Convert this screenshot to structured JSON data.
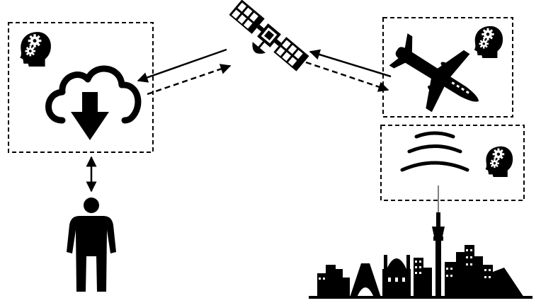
{
  "diagram": {
    "nodes": [
      {
        "id": "cloud",
        "icon": "cloud-download-icon",
        "has_ai_badge": true
      },
      {
        "id": "satellite",
        "icon": "satellite-icon",
        "has_ai_badge": false
      },
      {
        "id": "aircraft",
        "icon": "airplane-icon",
        "has_ai_badge": true
      },
      {
        "id": "sensor",
        "icon": "wireless-signal-icon",
        "has_ai_badge": true
      },
      {
        "id": "user",
        "icon": "person-icon",
        "has_ai_badge": false
      },
      {
        "id": "city",
        "icon": "city-skyline-icon",
        "has_ai_badge": false
      }
    ],
    "links": [
      {
        "from": "satellite",
        "to": "cloud",
        "style": "solid"
      },
      {
        "from": "cloud",
        "to": "satellite",
        "style": "dashed"
      },
      {
        "from": "aircraft",
        "to": "satellite",
        "style": "solid"
      },
      {
        "from": "satellite",
        "to": "aircraft",
        "style": "dashed"
      },
      {
        "from": "cloud",
        "to": "user",
        "style": "solid",
        "bidirectional": true
      },
      {
        "from": "sensor",
        "to": "city",
        "style": "thin-line"
      }
    ],
    "colors": {
      "stroke": "#000000",
      "background": "#ffffff"
    }
  }
}
